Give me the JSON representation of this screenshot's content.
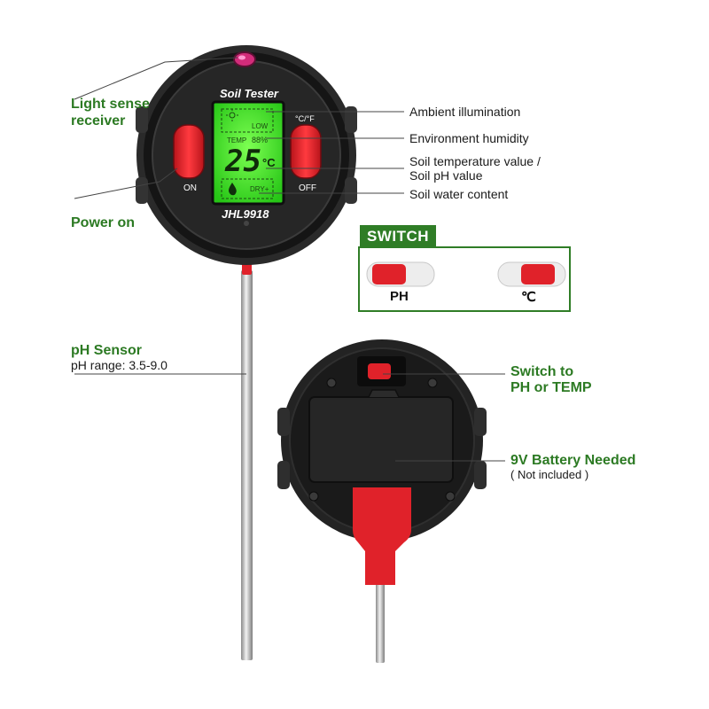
{
  "device": {
    "brand": "Soil Tester",
    "model": "JHL9918",
    "left_button": "ON",
    "right_button_top": "°C/°F",
    "right_button_bottom": "OFF",
    "lcd": {
      "light_level": "LOW",
      "temp_label": "TEMP",
      "humidity": "88%",
      "reading": "25",
      "reading_unit": "°C",
      "moisture": "DRY+"
    }
  },
  "callouts": {
    "light_sense": [
      "Light sense",
      "receiver"
    ],
    "power_on": "Power on",
    "ambient": "Ambient illumination",
    "humidity": "Environment humidity",
    "soil_temp": [
      "Soil temperature value /",
      "Soil pH value"
    ],
    "water": "Soil water content",
    "ph_sensor_title": "pH Sensor",
    "ph_range": "pH range: 3.5-9.0",
    "switch_to": [
      "Switch to",
      "PH or TEMP"
    ],
    "battery_title": "9V Battery Needed",
    "battery_note": "( Not included )"
  },
  "switch_panel": {
    "title": "SWITCH",
    "left_label": "PH",
    "right_label": "℃"
  },
  "colors": {
    "accent_green": "#2c7a23",
    "device_red": "#e0222a",
    "lcd_green": "#38e81e",
    "body_black": "#1e1e1e"
  }
}
